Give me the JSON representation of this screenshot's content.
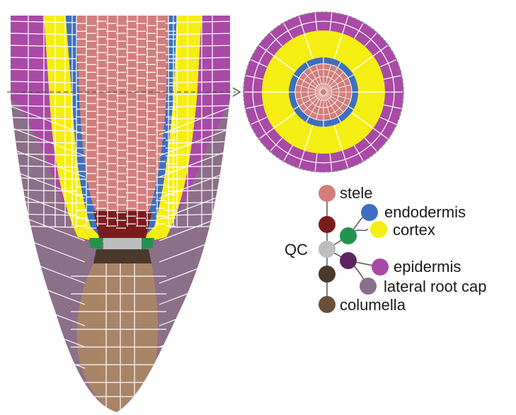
{
  "legend": {
    "stele": "stele",
    "endodermis": "endodermis",
    "cortex": "cortex",
    "qc": "QC",
    "epidermis": "epidermis",
    "lateral_root_cap": "lateral root cap",
    "columella": "columella"
  },
  "colors": {
    "stele": "#d27f7c",
    "stele_initial": "#7a1c1e",
    "endodermis": "#3e6fbf",
    "cortex": "#f5ee12",
    "cortex_endo_initial": "#239350",
    "qc": "#bdbdbd",
    "epidermis": "#a94aa6",
    "epi_lrc_initial": "#5d2560",
    "lateral_root_cap": "#8c6f89",
    "columella": "#a88467",
    "columella_initial": "#4a3a2b",
    "columella_stem": "#6a5038",
    "outline": "#ffffff"
  },
  "icons": {
    "section_arrow": "dashed-arrow-icon"
  }
}
